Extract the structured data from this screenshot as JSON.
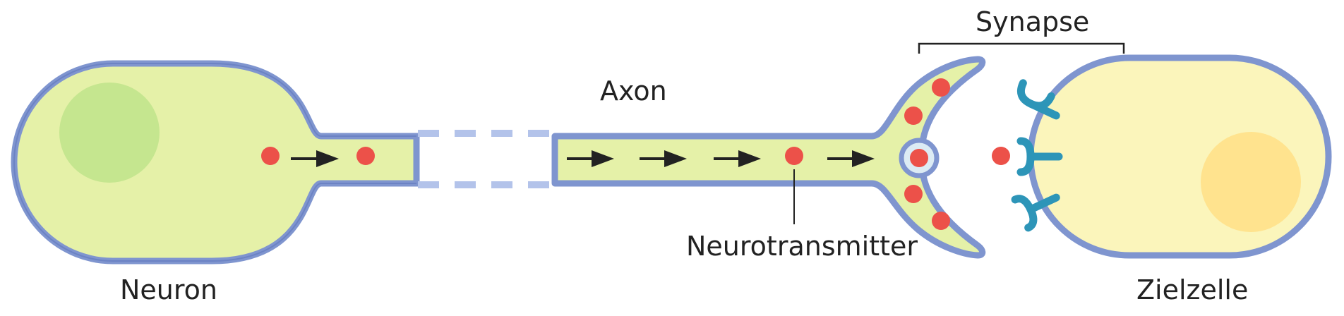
{
  "labels": {
    "neuron": "Neuron",
    "axon": "Axon",
    "neurotransmitter": "Neurotransmitter",
    "synapse": "Synapse",
    "target_cell": "Zielzelle"
  },
  "colors": {
    "membrane": "#a9b9e3",
    "membrane_edge": "#6c83c4",
    "cytoplasm": "#e5f1a8",
    "neuron_nucleus": "#c5e68f",
    "target_cytoplasm": "#fbf5bb",
    "target_nucleus": "#ffe38e",
    "transmitter": "#ec5149",
    "receptor": "#2d95b8",
    "arrow": "#222222"
  },
  "icons": [
    "transmitter-dot",
    "flow-arrow",
    "receptor-icon",
    "vesicle"
  ]
}
